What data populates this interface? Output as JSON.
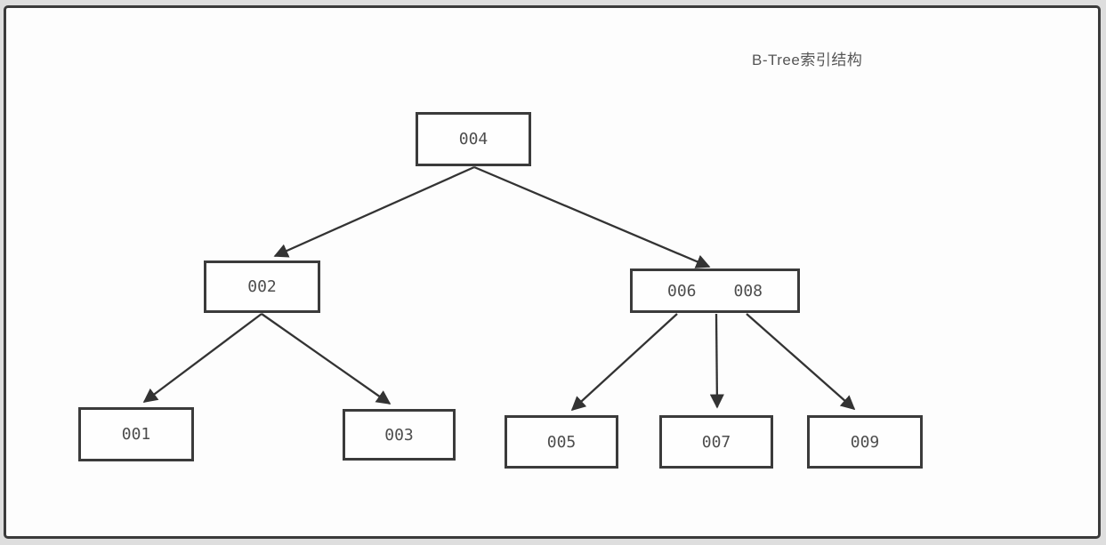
{
  "title": "B-Tree索引结构",
  "colors": {
    "frame_border": "#3b3b3b",
    "node_border": "#3b3b3b",
    "node_text": "#4d4d4d",
    "arrow": "#333333",
    "canvas_background": "#fdfdfd",
    "page_background": "#dedede"
  },
  "nodes": {
    "root": {
      "label": "004"
    },
    "internal_left": {
      "label": "002"
    },
    "internal_right": {
      "keys": [
        "006",
        "008"
      ]
    },
    "leaf_1": {
      "label": "001"
    },
    "leaf_2": {
      "label": "003"
    },
    "leaf_3": {
      "label": "005"
    },
    "leaf_4": {
      "label": "007"
    },
    "leaf_5": {
      "label": "009"
    }
  },
  "edges": [
    {
      "from": "004",
      "to": "002"
    },
    {
      "from": "004",
      "to": "006 008"
    },
    {
      "from": "002",
      "to": "001"
    },
    {
      "from": "002",
      "to": "003"
    },
    {
      "from": "006 008",
      "to": "005"
    },
    {
      "from": "006 008",
      "to": "007"
    },
    {
      "from": "006 008",
      "to": "009"
    }
  ]
}
